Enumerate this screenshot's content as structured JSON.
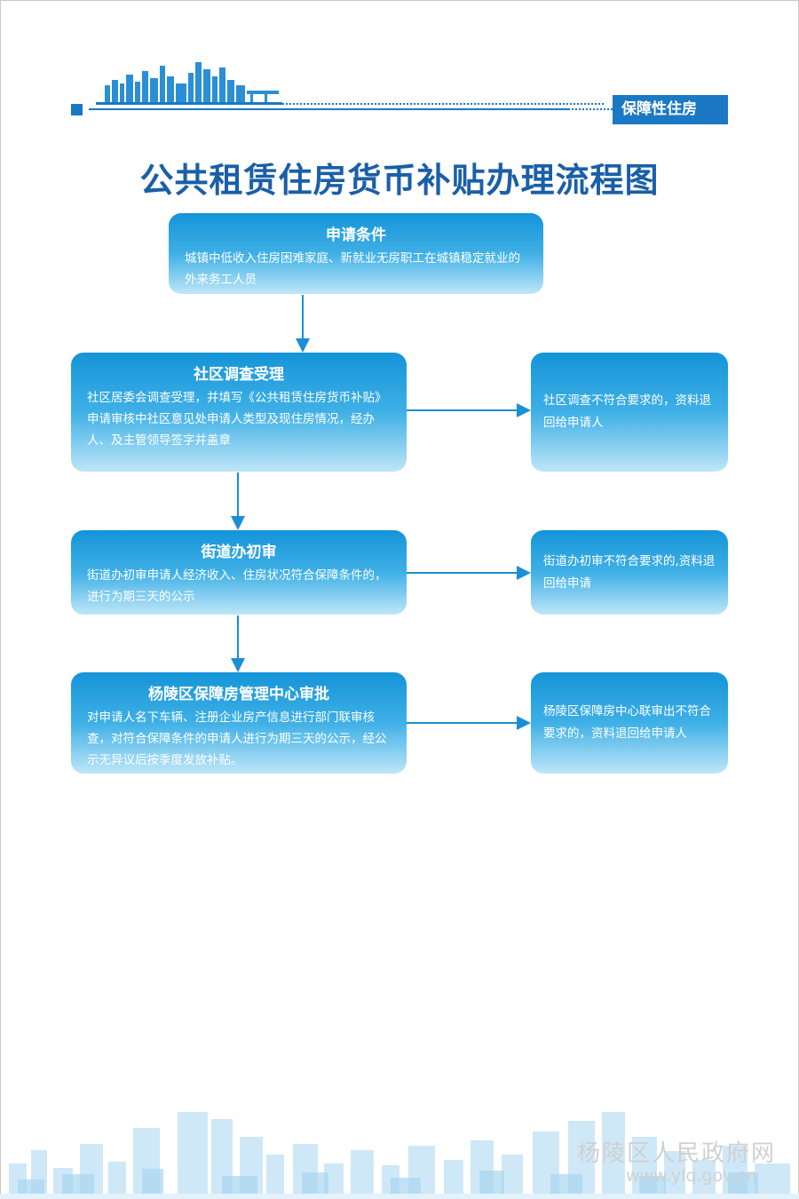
{
  "header": {
    "category_tag": "保障性住房"
  },
  "title": "公共租赁住房货币补贴办理流程图",
  "steps": [
    {
      "title": "申请条件",
      "body": "城镇中低收入住房困难家庭、新就业无房职工在城镇稳定就业的外来务工人员"
    },
    {
      "title": "社区调查受理",
      "body": "社区居委会调查受理，并填写《公共租赁住房货币补贴》申请审核中社区意见处申请人类型及现住房情况，经办人、及主管领导签字并盖章"
    },
    {
      "title": "街道办初审",
      "body": "街道办初审申请人经济收入、住房状况符合保障条件的，进行为期三天的公示"
    },
    {
      "title": "杨陵区保障房管理中心审批",
      "body": "对申请人名下车辆、注册企业房产信息进行部门联审核查，对符合保障条件的申请人进行为期三天的公示，经公示无异议后按季度发放补贴。"
    }
  ],
  "rejections": [
    {
      "body": "社区调查不符合要求的，资料退回给申请人"
    },
    {
      "body": "街道办初审不符合要求的,资料退回给申请"
    },
    {
      "body": "杨陵区保障房中心联审出不符合要求的，资料退回给申请人"
    }
  ],
  "watermark": {
    "site_name": "杨陵区人民政府网",
    "url": "www.ylq.gov.cn"
  },
  "colors": {
    "primary_blue": "#1b78c4",
    "title_blue": "#1a5fa8",
    "box_gradient_top": "#1494d8",
    "box_gradient_bottom": "#bfe6f8"
  }
}
